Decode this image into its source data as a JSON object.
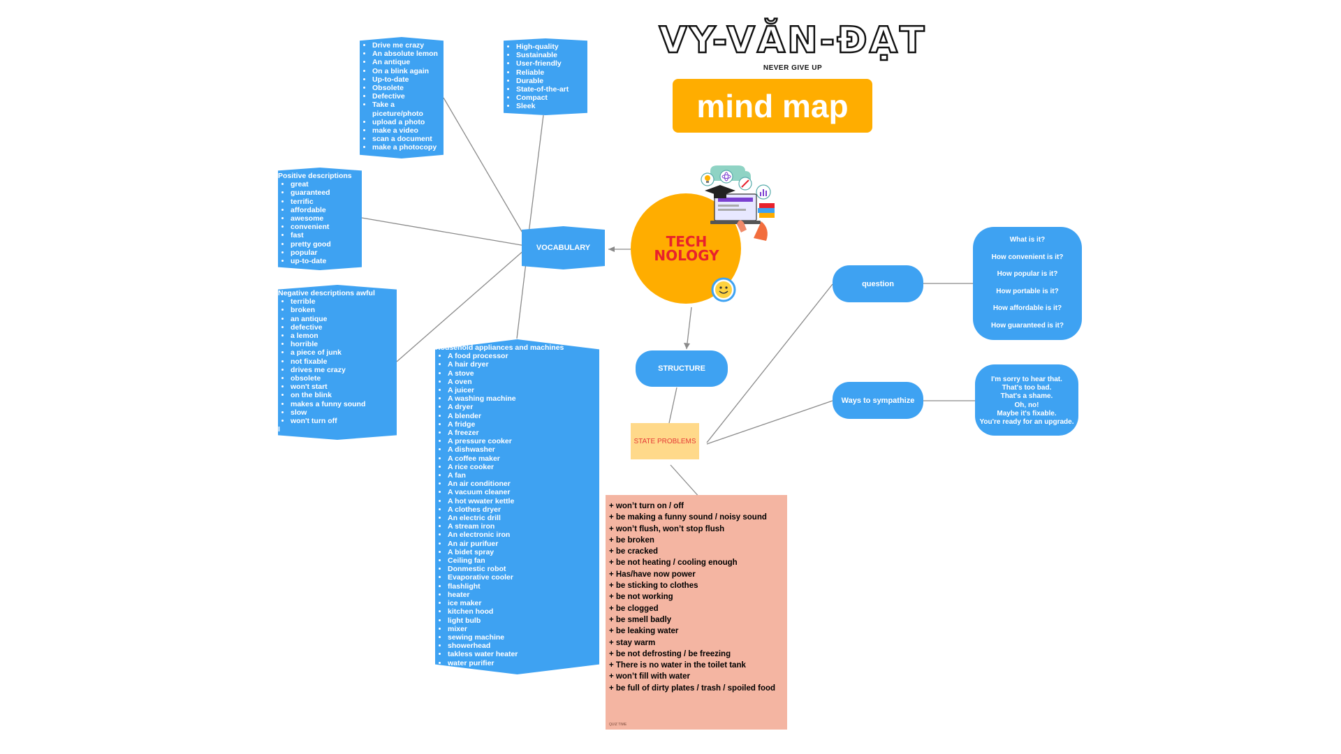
{
  "brand": {
    "title": "VY-VĂN-ĐẠT",
    "tagline": "NEVER GIVE UP",
    "banner": "mind map"
  },
  "center": {
    "label_line1": "TECH",
    "label_line2": "NOLOGY"
  },
  "vocabulary": {
    "label": "VOCABULARY",
    "box_top_left": {
      "items": [
        "Drive me crazy",
        "An absolute lemon",
        "An antique",
        "On a blink again",
        "Up-to-date",
        "Obsolete",
        "Defective",
        "Take a piceture/photo",
        "upload a photo",
        "make a video",
        "scan a document",
        "make a photocopy"
      ]
    },
    "box_top_right": {
      "items": [
        "High-quality",
        "Sustainable",
        "User-friendly",
        "Reliable",
        "Durable",
        "State-of-the-art",
        "Compact",
        "Sleek"
      ]
    },
    "positive": {
      "heading": "Positive descriptions",
      "items": [
        " great",
        "guaranteed",
        "terrific",
        "affordable",
        "awesome",
        "convenient",
        "fast",
        "pretty good",
        "popular",
        "up-to-date"
      ]
    },
    "negative": {
      "heading": "Negative descriptions awful",
      "items": [
        "terrible",
        "broken",
        "an antique",
        "defective",
        "a lemon",
        "horrible",
        "a piece of junk",
        "not fixable",
        "drives me crazy",
        "obsolete",
        "won't start",
        "on the blink",
        "makes a funny sound",
        "slow",
        "won't turn off"
      ],
      "trailing": "I"
    },
    "household": {
      "heading": "Household appliances and machines",
      "items": [
        "A food processor",
        "A hair dryer",
        "A stove",
        "A oven",
        "A juicer",
        "A washing machine",
        "A dryer",
        "A blender",
        "A fridge",
        "A freezer",
        "A pressure cooker",
        "A dishwasher",
        "A coffee maker",
        "A rice cooker",
        "A fan",
        "An air conditioner",
        "A vacuum cleaner",
        "A hot wwater kettle",
        "A clothes dryer",
        "An electric drill",
        "A stream iron",
        "An electronic iron",
        "An air purifuer",
        "A bidet spray",
        "Ceiling fan",
        "Donmestic robot",
        "Evaporative cooler",
        "flashlight",
        "heater",
        "ice maker",
        "kitchen hood",
        "light bulb",
        "mixer",
        "sewing machine",
        "showerhead",
        "takless water heater",
        "water purifier"
      ]
    }
  },
  "structure": {
    "label": "STRUCTURE",
    "state_problems": {
      "label": "STATE PROBLEMS",
      "lines": [
        "+ won’t turn on / off",
        "+ be making a funny sound / noisy sound",
        "+ won’t flush, won’t stop flush",
        "+ be broken",
        "+ be cracked",
        "+ be not heating / cooling enough",
        "+ Has/have now power",
        "+ be sticking to clothes",
        "+ be not working",
        "+ be clogged",
        "+ be smell badly",
        "+ be leaking water",
        "+ stay warm",
        "+ be not defrosting / be freezing",
        "+ There is no water in the toilet tank",
        "+  won’t fill with water",
        "+ be full of dirty plates / trash / spoiled food"
      ],
      "footnote": "QUIZ TIME"
    },
    "question": {
      "label": "question",
      "items": [
        "What is it?",
        "How convenient is it?",
        "How popular is it?",
        "How portable is it?",
        "How affordable is it?",
        "How guaranteed is it?"
      ]
    },
    "sympathize": {
      "label": "Ways to sympathize",
      "items": [
        "I'm sorry to hear that.",
        "That's too bad.",
        "That's a shame.",
        "Oh, no!",
        "Maybe it's fixable.",
        "You're ready for an upgrade."
      ]
    }
  },
  "colors": {
    "blue": "#3ea2f2",
    "orange": "#ffad00",
    "salmon": "#f4b5a2",
    "state_yellow": "#ffd98a",
    "tech_red": "#e8212c"
  },
  "icons": [
    "lightbulb-icon",
    "atom-icon",
    "pencil-icon",
    "chart-icon",
    "graduation-cap-icon",
    "laptop-icon",
    "books-icon",
    "smiley-icon"
  ]
}
